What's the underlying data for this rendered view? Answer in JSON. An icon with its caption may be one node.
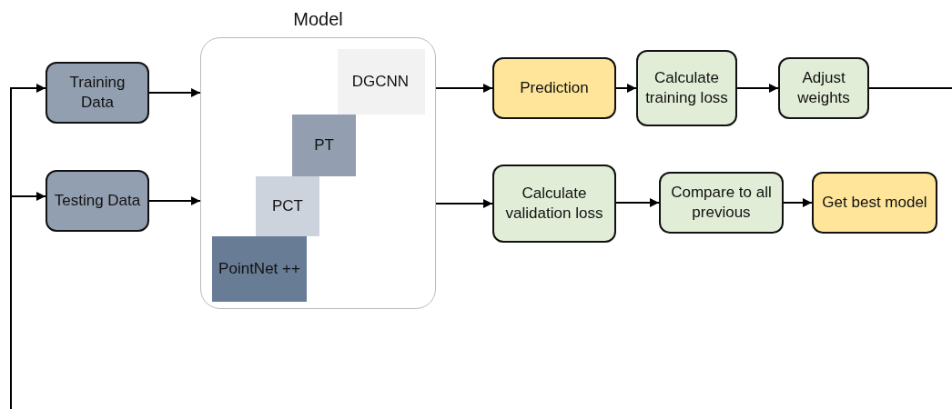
{
  "diagram": {
    "nodes": [
      {
        "text": [
          "Training Data"
        ]
      },
      {
        "text": [
          "Testing Data"
        ]
      },
      {
        "text": [
          "Model"
        ]
      },
      {
        "text": [
          "DGCNN"
        ],
        "in": 2
      },
      {
        "text": [
          "PT"
        ],
        "in": 2
      },
      {
        "text": [
          "PCT"
        ],
        "in": 2
      },
      {
        "text": [
          "PointNet ++"
        ],
        "in": 2
      },
      {
        "text": [
          "Prediction"
        ]
      },
      {
        "text": [
          "Calculate training loss"
        ]
      },
      {
        "text": [
          "Adjust weights"
        ]
      },
      {
        "text": [
          "Calculate validation loss"
        ]
      },
      {
        "text": [
          "Compare to all previous"
        ]
      },
      {
        "text": [
          "Get best model"
        ]
      }
    ],
    "edges": [
      {
        "from": null,
        "to": 0,
        "arrow": "to"
      },
      {
        "from": null,
        "to": 1,
        "arrow": "to"
      },
      {
        "from": 0,
        "to": 2,
        "arrow": "to"
      },
      {
        "from": 1,
        "to": 2,
        "arrow": "to"
      },
      {
        "from": 2,
        "to": 7,
        "arrow": "to"
      },
      {
        "from": 2,
        "to": 10,
        "arrow": "to"
      },
      {
        "from": 7,
        "to": 8,
        "arrow": "to"
      },
      {
        "from": 8,
        "to": 9,
        "arrow": "to"
      },
      {
        "from": 9,
        "to": null,
        "arrow": "none"
      },
      {
        "from": 10,
        "to": 11,
        "arrow": "to"
      },
      {
        "from": 11,
        "to": 12,
        "arrow": "to"
      }
    ]
  }
}
